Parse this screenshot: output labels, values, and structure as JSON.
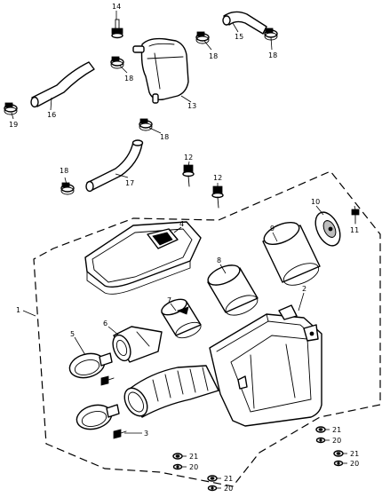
{
  "callouts": {
    "c1": "1",
    "c2": "2",
    "c3": "3",
    "c4": "4",
    "c5": "5",
    "c6": "6",
    "c7": "7",
    "c8": "8",
    "c9": "9",
    "c10": "10",
    "c11": "11",
    "c12a": "12",
    "c12b": "12",
    "c13": "13",
    "c14": "14",
    "c15": "15",
    "c16": "16",
    "c17": "17",
    "c18a": "18",
    "c18b": "18",
    "c18c": "18",
    "c18d": "18",
    "c18e": "18",
    "c19": "19",
    "c20a": "20",
    "c20b": "20",
    "c20c": "20",
    "c20d": "20",
    "c21a": "21",
    "c21b": "21",
    "c21c": "21",
    "c21d": "21"
  }
}
